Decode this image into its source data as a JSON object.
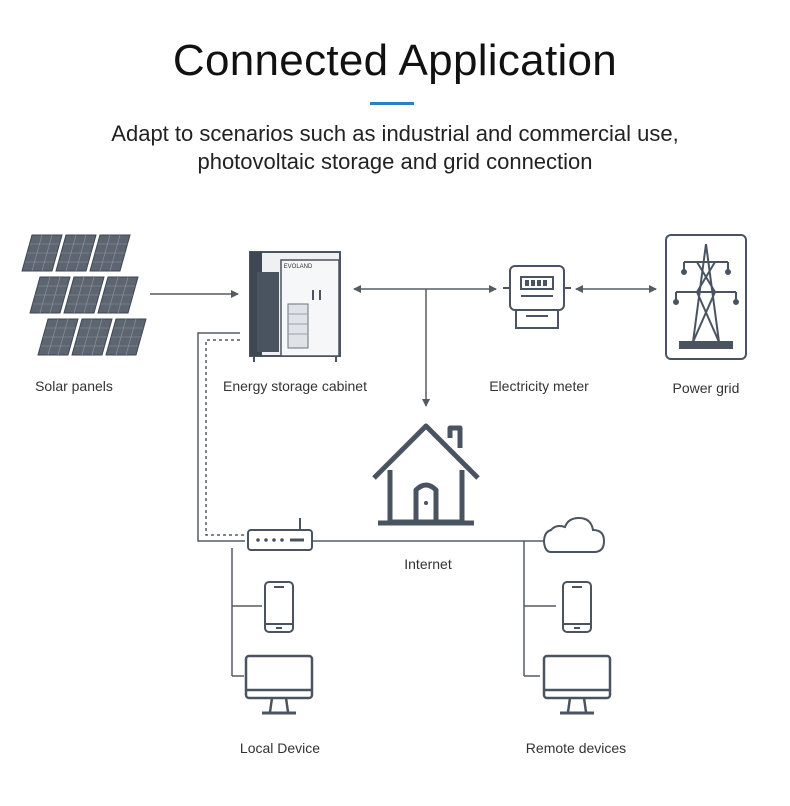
{
  "title": "Connected Application",
  "subtitle_line1": "Adapt to scenarios such as industrial and commercial use,",
  "subtitle_line2": "photovoltaic storage and grid connection",
  "cabinet_brand": "EVOLAND",
  "labels": {
    "solar": "Solar panels",
    "cabinet": "Energy storage cabinet",
    "meter": "Electricity meter",
    "grid": "Power grid",
    "internet": "Internet",
    "local": "Local Device",
    "remote": "Remote devices"
  },
  "colors": {
    "accent": "#2a7fc9",
    "icon": "#4a5460",
    "line": "#555b63",
    "panel": "#5c6570"
  }
}
